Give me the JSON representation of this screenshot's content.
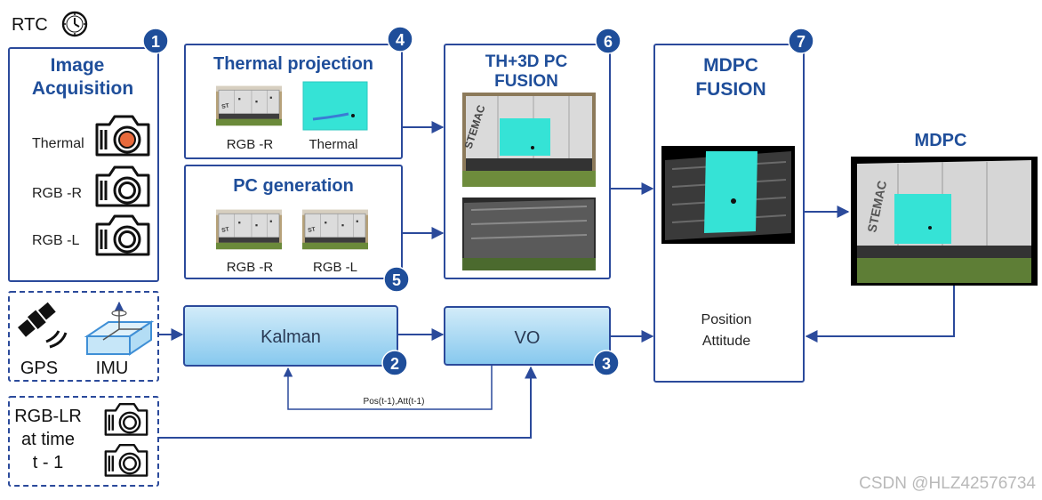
{
  "rtc": {
    "label": "RTC",
    "icon": "clock-icon"
  },
  "acquisition": {
    "title_line1": "Image",
    "title_line2": "Acquisition",
    "badge": "1",
    "cameras": [
      {
        "label": "Thermal",
        "icon": "thermal-camera-icon"
      },
      {
        "label": "RGB -R",
        "icon": "camera-icon"
      },
      {
        "label": "RGB -L",
        "icon": "camera-icon"
      }
    ]
  },
  "thermal_projection": {
    "title": "Thermal projection",
    "badge": "4",
    "images": [
      {
        "label": "RGB -R"
      },
      {
        "label": "Thermal"
      }
    ]
  },
  "pc_generation": {
    "title": "PC generation",
    "badge": "5",
    "images": [
      {
        "label": "RGB -R"
      },
      {
        "label": "RGB -L"
      }
    ]
  },
  "th3d_fusion": {
    "title_line1": "TH+3D PC",
    "title_line2": "FUSION",
    "badge": "6"
  },
  "mdpc_fusion": {
    "title_line1": "MDPC",
    "title_line2": "FUSION",
    "badge": "7",
    "position_label": "Position",
    "attitude_label": "Attitude"
  },
  "mdpc_output": {
    "title": "MDPC"
  },
  "sensors": {
    "gps_label": "GPS",
    "imu_label": "IMU",
    "gps_icon": "satellite-icon",
    "imu_icon": "imu-icon"
  },
  "kalman": {
    "label": "Kalman",
    "badge": "2"
  },
  "vo": {
    "label": "VO",
    "badge": "3"
  },
  "feedback": {
    "label": "Pos(t-1),Att(t-1)"
  },
  "previous_frame": {
    "line1": "RGB-LR",
    "line2": "at time",
    "line3": "t - 1"
  },
  "watermark": {
    "text": "CSDN @HLZ42576734"
  },
  "colors": {
    "accent": "#1f4e9a",
    "border": "#2b4a9b",
    "box_fill_top": "#cfe9f7",
    "box_fill_bottom": "#7cc3ec",
    "thermal_cyan": "#35e3d6",
    "watermark": "#b9b9b9"
  }
}
